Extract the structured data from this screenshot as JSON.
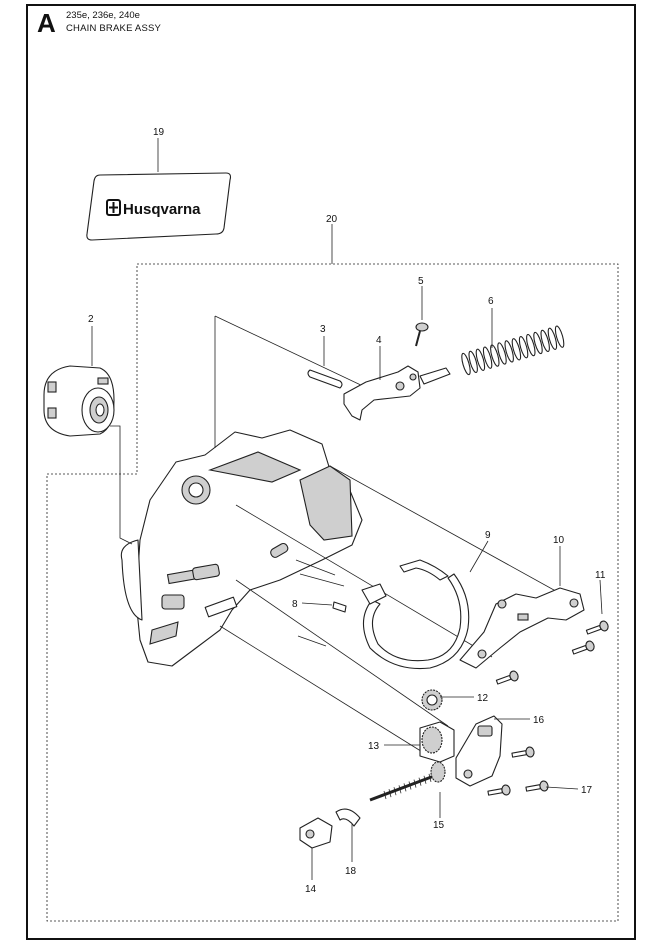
{
  "section_letter": "A",
  "models": "235e, 236e, 240e",
  "assembly_title": "CHAIN BRAKE ASSY",
  "brand_decal_text": "Husqvarna",
  "callouts": {
    "c2": "2",
    "c3": "3",
    "c4": "4",
    "c5": "5",
    "c6": "6",
    "c8": "8",
    "c9": "9",
    "c10": "10",
    "c11": "11",
    "c12": "12",
    "c13": "13",
    "c14": "14",
    "c15": "15",
    "c16": "16",
    "c17": "17",
    "c18": "18",
    "c19": "19",
    "c20": "20"
  }
}
